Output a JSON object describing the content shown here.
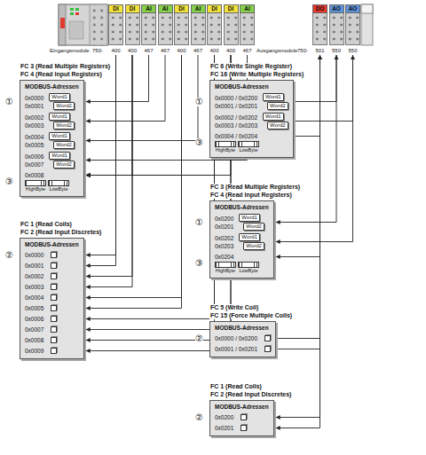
{
  "diagram": {
    "nodes": [
      {
        "text": [
          "DI",
          "400"
        ]
      },
      {
        "text": [
          "DI",
          "400"
        ]
      },
      {
        "text": [
          "AI",
          "467"
        ]
      },
      {
        "text": [
          "AI",
          "467"
        ]
      },
      {
        "text": [
          "DI",
          "400"
        ]
      },
      {
        "text": [
          "AI",
          "467"
        ]
      },
      {
        "text": [
          "DI",
          "400"
        ]
      },
      {
        "text": [
          "DI",
          "400"
        ]
      },
      {
        "text": [
          "AI",
          "467"
        ]
      },
      {
        "text": [
          "DO",
          "501"
        ]
      },
      {
        "text": [
          "AO",
          "550"
        ]
      },
      {
        "text": [
          "AO",
          "550"
        ]
      },
      {
        "text": [
          "FC 3 (Read Multiple Registers)",
          "FC 4 (Read Input Registers)",
          "MODBUS-Adressen"
        ]
      },
      {
        "text": [
          "FC 1 (Read Coils)",
          "FC 2 (Read Input Discretes)",
          "MODBUS-Adressen"
        ]
      },
      {
        "text": [
          "FC 6 (Write Single Register)",
          "FC 16 (Write Multiple Registers)",
          "MODBUS-Adressen"
        ]
      },
      {
        "text": [
          "FC 3 (Read Multiple Registers)",
          "FC 4 (Read Input Registers)",
          "MODBUS-Adressen"
        ]
      },
      {
        "text": [
          "FC 5 (Write Coil)",
          "FC 15 (Force Multiple Coils)",
          "MODBUS-Adressen"
        ]
      },
      {
        "text": [
          "FC 1 (Read Coils)",
          "FC 2 (Read Input Discretes)",
          "MODBUS-Adressen"
        ]
      }
    ],
    "edges": [
      {
        "from": 2,
        "to": 12,
        "arrow": "to"
      },
      {
        "from": 3,
        "to": 12,
        "arrow": "to"
      },
      {
        "from": 5,
        "to": 12,
        "arrow": "to"
      },
      {
        "from": 8,
        "to": 12,
        "arrow": "to"
      },
      {
        "from": 0,
        "to": 12,
        "arrow": "to"
      },
      {
        "from": 1,
        "to": 12,
        "arrow": "to"
      },
      {
        "from": 4,
        "to": 12,
        "arrow": "to"
      },
      {
        "from": 6,
        "to": 12,
        "arrow": "to"
      },
      {
        "from": 7,
        "to": 12,
        "arrow": "to"
      },
      {
        "from": 0,
        "to": 13,
        "arrow": "to"
      },
      {
        "from": 1,
        "to": 13,
        "arrow": "to"
      },
      {
        "from": 4,
        "to": 13,
        "arrow": "to"
      },
      {
        "from": 6,
        "to": 13,
        "arrow": "to"
      },
      {
        "from": 7,
        "to": 13,
        "arrow": "to"
      },
      {
        "from": 14,
        "to": 10,
        "arrow": "to"
      },
      {
        "from": 14,
        "to": 11,
        "arrow": "to"
      },
      {
        "from": 14,
        "to": 9,
        "arrow": "to"
      },
      {
        "from": 10,
        "to": 15,
        "arrow": "to"
      },
      {
        "from": 11,
        "to": 15,
        "arrow": "to"
      },
      {
        "from": 9,
        "to": 15,
        "arrow": "to"
      },
      {
        "from": 16,
        "to": 9,
        "arrow": "to"
      },
      {
        "from": 9,
        "to": 17,
        "arrow": "to"
      }
    ],
    "labels": [
      "Eingangsmodule",
      "750-",
      "Ausgangsmodule",
      "750-",
      "①",
      "0x0000",
      "0x0001",
      "Word1",
      "Word2",
      "0x0002",
      "0x0003",
      "Word1",
      "Word2",
      "0x0004",
      "0x0005",
      "Word1",
      "Word2",
      "0x0006",
      "0x0007",
      "Word1",
      "Word2",
      "③",
      "0x0008",
      "HighByte",
      "LowByte",
      "②",
      "0x0000",
      "0x0001",
      "0x0002",
      "0x0003",
      "0x0004",
      "0x0005",
      "0x0006",
      "0x0007",
      "0x0008",
      "0x0009",
      "①",
      "0x0000 / 0x0200",
      "0x0001 / 0x0201",
      "Word1",
      "Word2",
      "0x0002 / 0x0202",
      "0x0003 / 0x0203",
      "Word1",
      "Word2",
      "③",
      "0x0004 / 0x0204",
      "HighByte",
      "LowByte",
      "①",
      "0x0200",
      "0x0201",
      "Word1",
      "Word2",
      "0x0202",
      "0x0203",
      "Word1",
      "Word2",
      "③",
      "0x0204",
      "HighByte",
      "LowByte",
      "②",
      "0x0000 / 0x0200",
      "0x0001 / 0x0201",
      "②",
      "0x0200",
      "0x0201"
    ]
  }
}
